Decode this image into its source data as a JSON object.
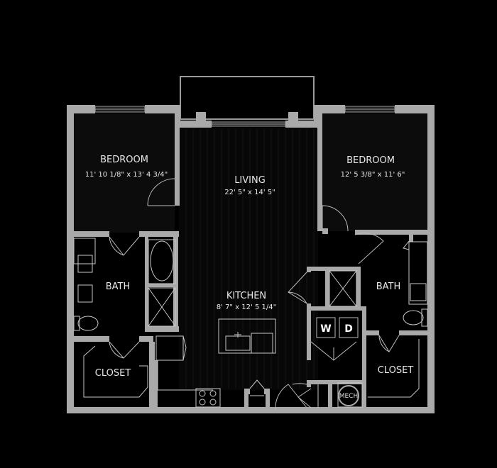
{
  "floorplan": {
    "colors": {
      "background": "#000000",
      "wall": "#a9a9a9",
      "fixture_line": "#c8c8c8",
      "label": "#e8e8e8"
    },
    "rooms": [
      {
        "name": "BEDROOM",
        "dimensions": "11' 10 1/8\" x 13' 4 3/4\""
      },
      {
        "name": "LIVING",
        "dimensions": "22' 5\" x 14' 5\""
      },
      {
        "name": "BEDROOM",
        "dimensions": "12' 5 3/8\" x 11' 6\""
      },
      {
        "name": "BATH"
      },
      {
        "name": "KITCHEN",
        "dimensions": "8' 7\" x 12' 5 1/4\""
      },
      {
        "name": "BATH"
      },
      {
        "name": "CLOSET"
      },
      {
        "name": "CLOSET"
      }
    ],
    "appliances": {
      "washer": "W",
      "dryer": "D",
      "mech": "MECH"
    }
  }
}
